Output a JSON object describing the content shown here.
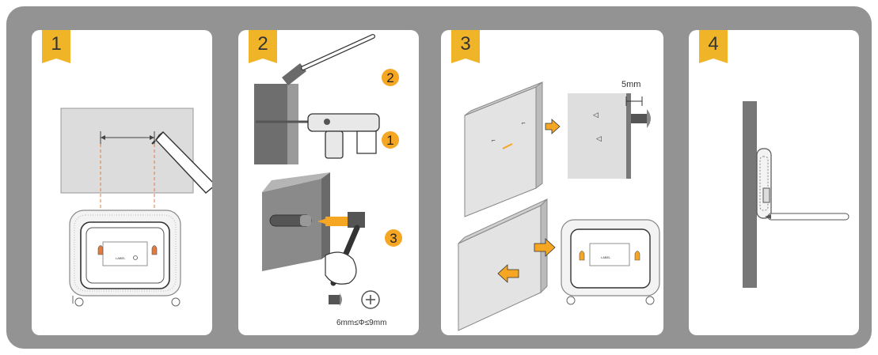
{
  "steps": [
    {
      "number": "1"
    },
    {
      "number": "2",
      "sub_steps": [
        "2",
        "1",
        "3"
      ],
      "screw_spec": "6mm≤Φ≤9mm"
    },
    {
      "number": "3",
      "gap_label": "5mm",
      "device_label": "LABEL"
    },
    {
      "number": "4"
    }
  ],
  "colors": {
    "frame": "#939393",
    "badge": "#F0B429",
    "accent": "#F5A623",
    "dash": "#E07A3F"
  },
  "icons": [
    "marker-pen-icon",
    "hammer-drill-icon",
    "hammer-icon",
    "screw-icon",
    "arrow-icon"
  ]
}
